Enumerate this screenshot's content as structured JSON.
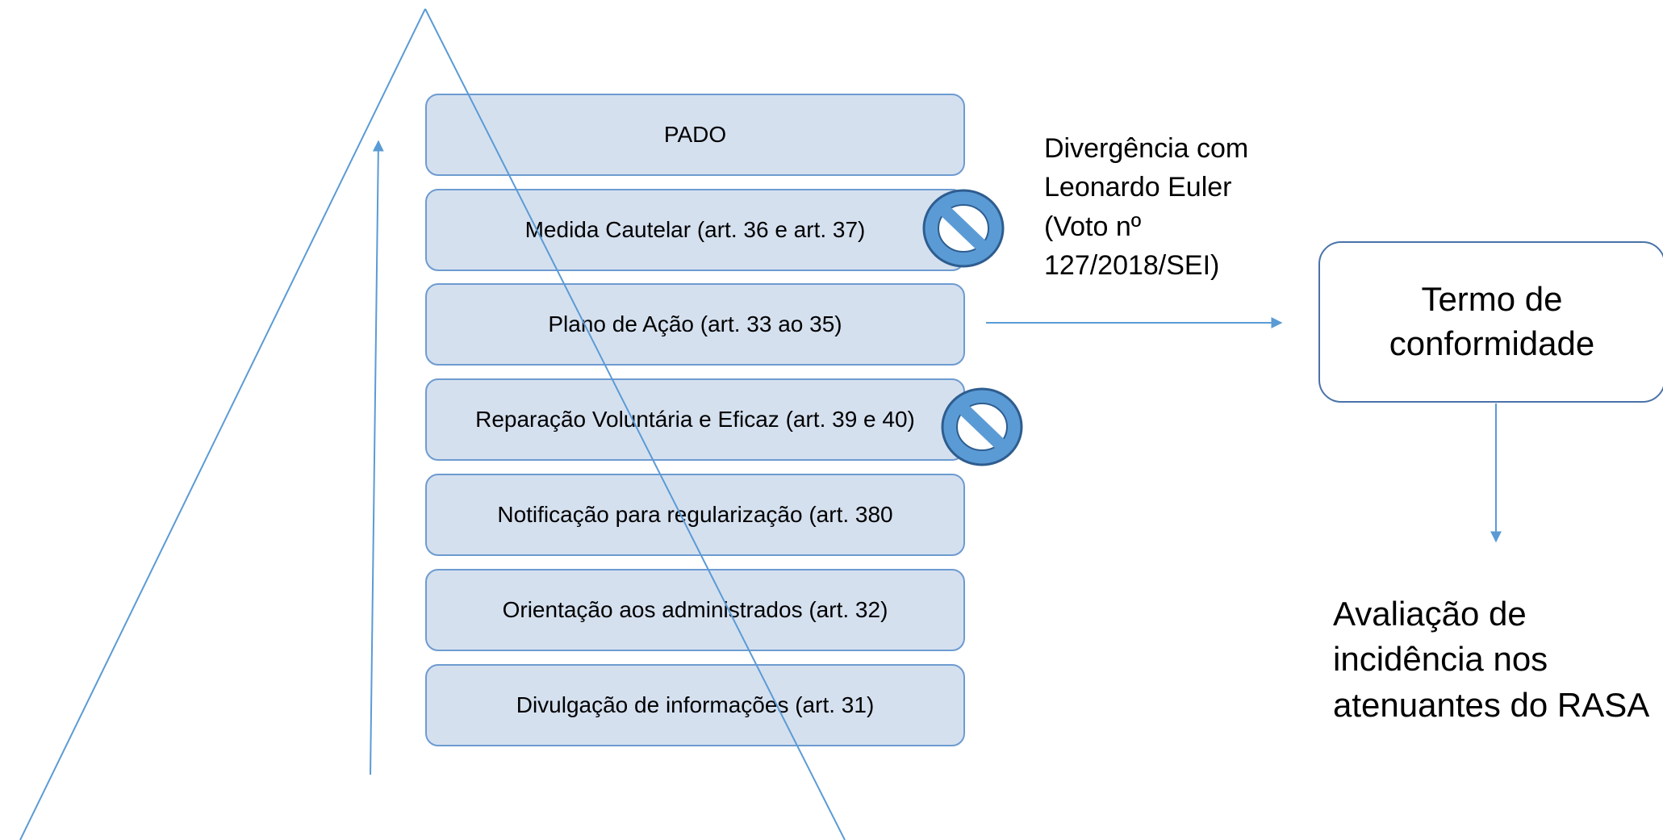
{
  "pyramid_levels": [
    {
      "label": "PADO",
      "blocked": false
    },
    {
      "label": "Medida Cautelar (art. 36 e art. 37)",
      "blocked": true
    },
    {
      "label": "Plano de Ação (art. 33 ao 35)",
      "blocked": false
    },
    {
      "label": "Reparação Voluntária e Eficaz (art. 39 e 40)",
      "blocked": true
    },
    {
      "label": "Notificação para regularização (art. 380",
      "blocked": false
    },
    {
      "label": "Orientação aos administrados (art. 32)",
      "blocked": false
    },
    {
      "label": "Divulgação de informações (art. 31)",
      "blocked": false
    }
  ],
  "divergence_note": "Divergência com Leonardo Euler (Voto nº 127/2018/SEI)",
  "conformity_term": "Termo de conformidade",
  "evaluation_text": "Avaliação de incidência nos atenuantes do RASA",
  "icons": {
    "blocked": "prohibition-icon",
    "escalation": "up-arrow-icon"
  },
  "colors": {
    "line": "#5b9bd5",
    "box_fill": "#d1dcec",
    "box_border": "#6d9bd0",
    "term_border": "#4a72a8",
    "no_sign_fill": "#5b9bd5",
    "no_sign_stroke": "#2e5d8f"
  }
}
